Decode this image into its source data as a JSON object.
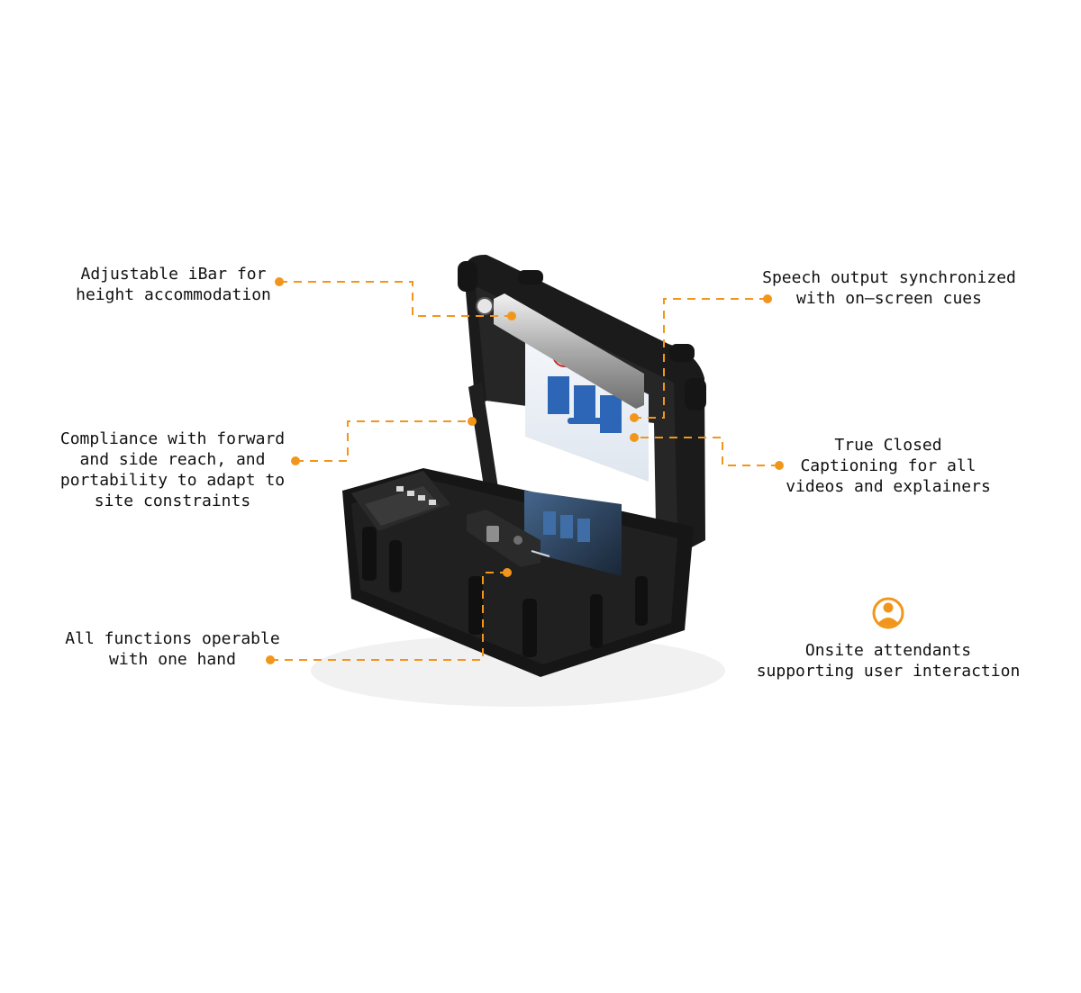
{
  "accent_color": "#F2961B",
  "callouts": {
    "ibar": "Adjustable iBar for\nheight accommodation",
    "reach": "Compliance with forward\nand side reach, and\nportability to adapt to\nsite constraints",
    "one_hand": "All functions operable\nwith one hand",
    "speech": "Speech output synchronized\nwith on–screen cues",
    "captioning": "True Closed\nCaptioning for all\nvideos and explainers",
    "attendants": "Onsite attendants\nsupporting user interaction"
  },
  "attendant_icon": "person-circle-icon",
  "device_image": "voting-kiosk-case"
}
